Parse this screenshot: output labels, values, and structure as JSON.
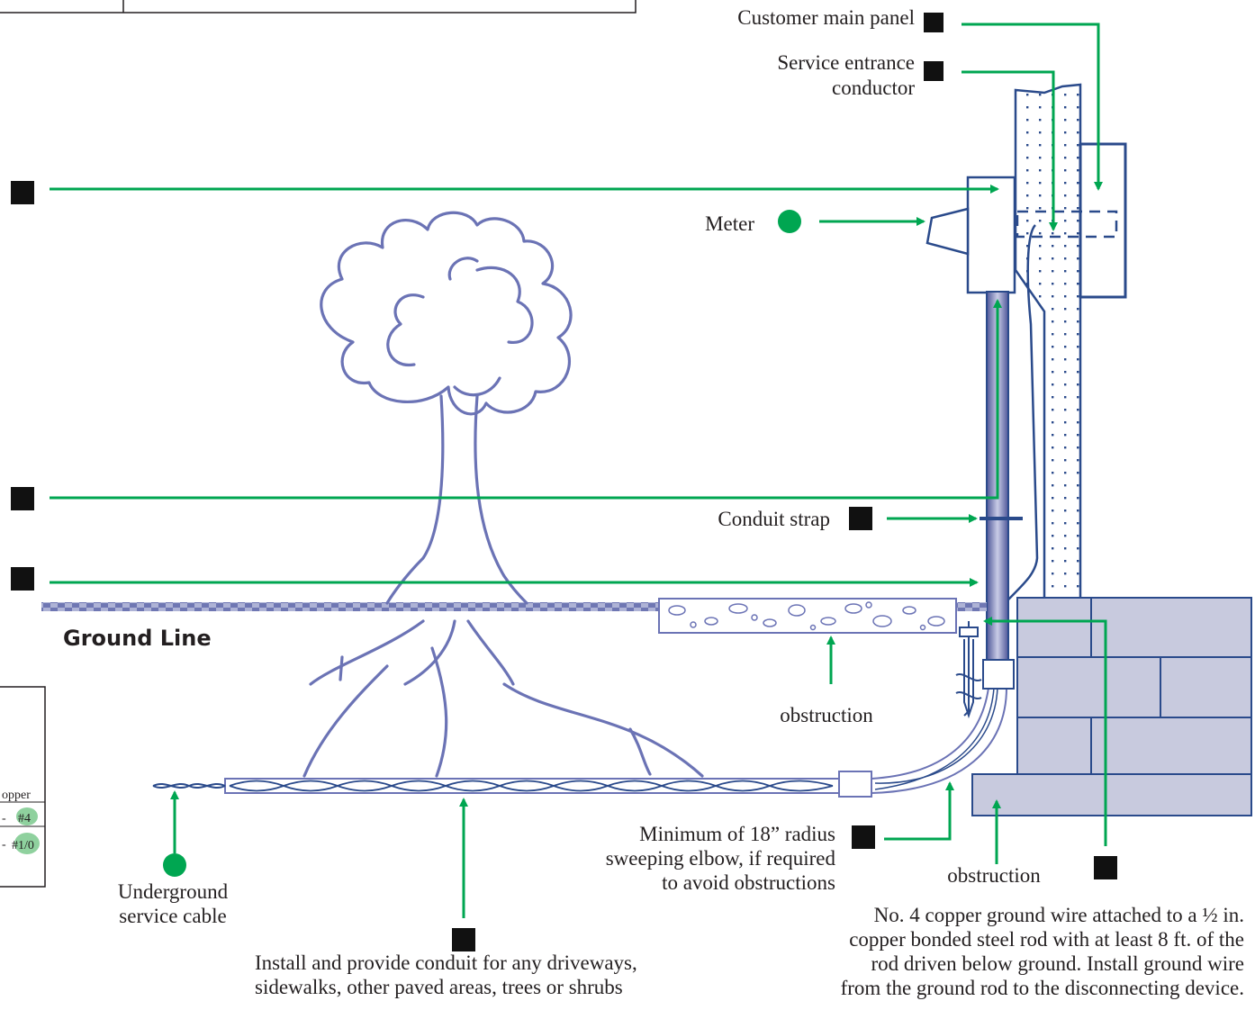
{
  "labels": {
    "customer_main_panel": "Customer main panel",
    "service_entrance_l1": "Service entrance",
    "service_entrance_l2": "conductor",
    "meter": "Meter",
    "conduit_strap": "Conduit strap",
    "ground_line": "Ground Line",
    "obstruction_concrete": "obstruction",
    "obstruction_foundation": "obstruction",
    "elbow_l1": "Minimum of 18” radius",
    "elbow_l2": "sweeping elbow, if required",
    "elbow_l3": "to avoid obstructions",
    "underground_l1": "Underground",
    "underground_l2": "service cable",
    "install_l1": "Install and provide conduit for any driveways,",
    "install_l2": "sidewalks, other paved areas, trees or shrubs",
    "ground_wire_l1": "No. 4 copper ground wire attached to a ½ in.",
    "ground_wire_l2": "copper bonded steel rod with at least 8 ft. of the",
    "ground_wire_l3": "rod driven below ground. Install ground wire",
    "ground_wire_l4": "from the ground rod to the disconnecting device."
  },
  "partial_table": {
    "col_header": "opper",
    "row1_value": "#4",
    "row2_value": "#1/0"
  },
  "colors": {
    "arrow": "#00a651",
    "outline": "#2a4a8b",
    "tree": "#6b73b5",
    "brick": "#c8cade",
    "conduit": "#6f77b3",
    "badge": "#8fd19e"
  }
}
